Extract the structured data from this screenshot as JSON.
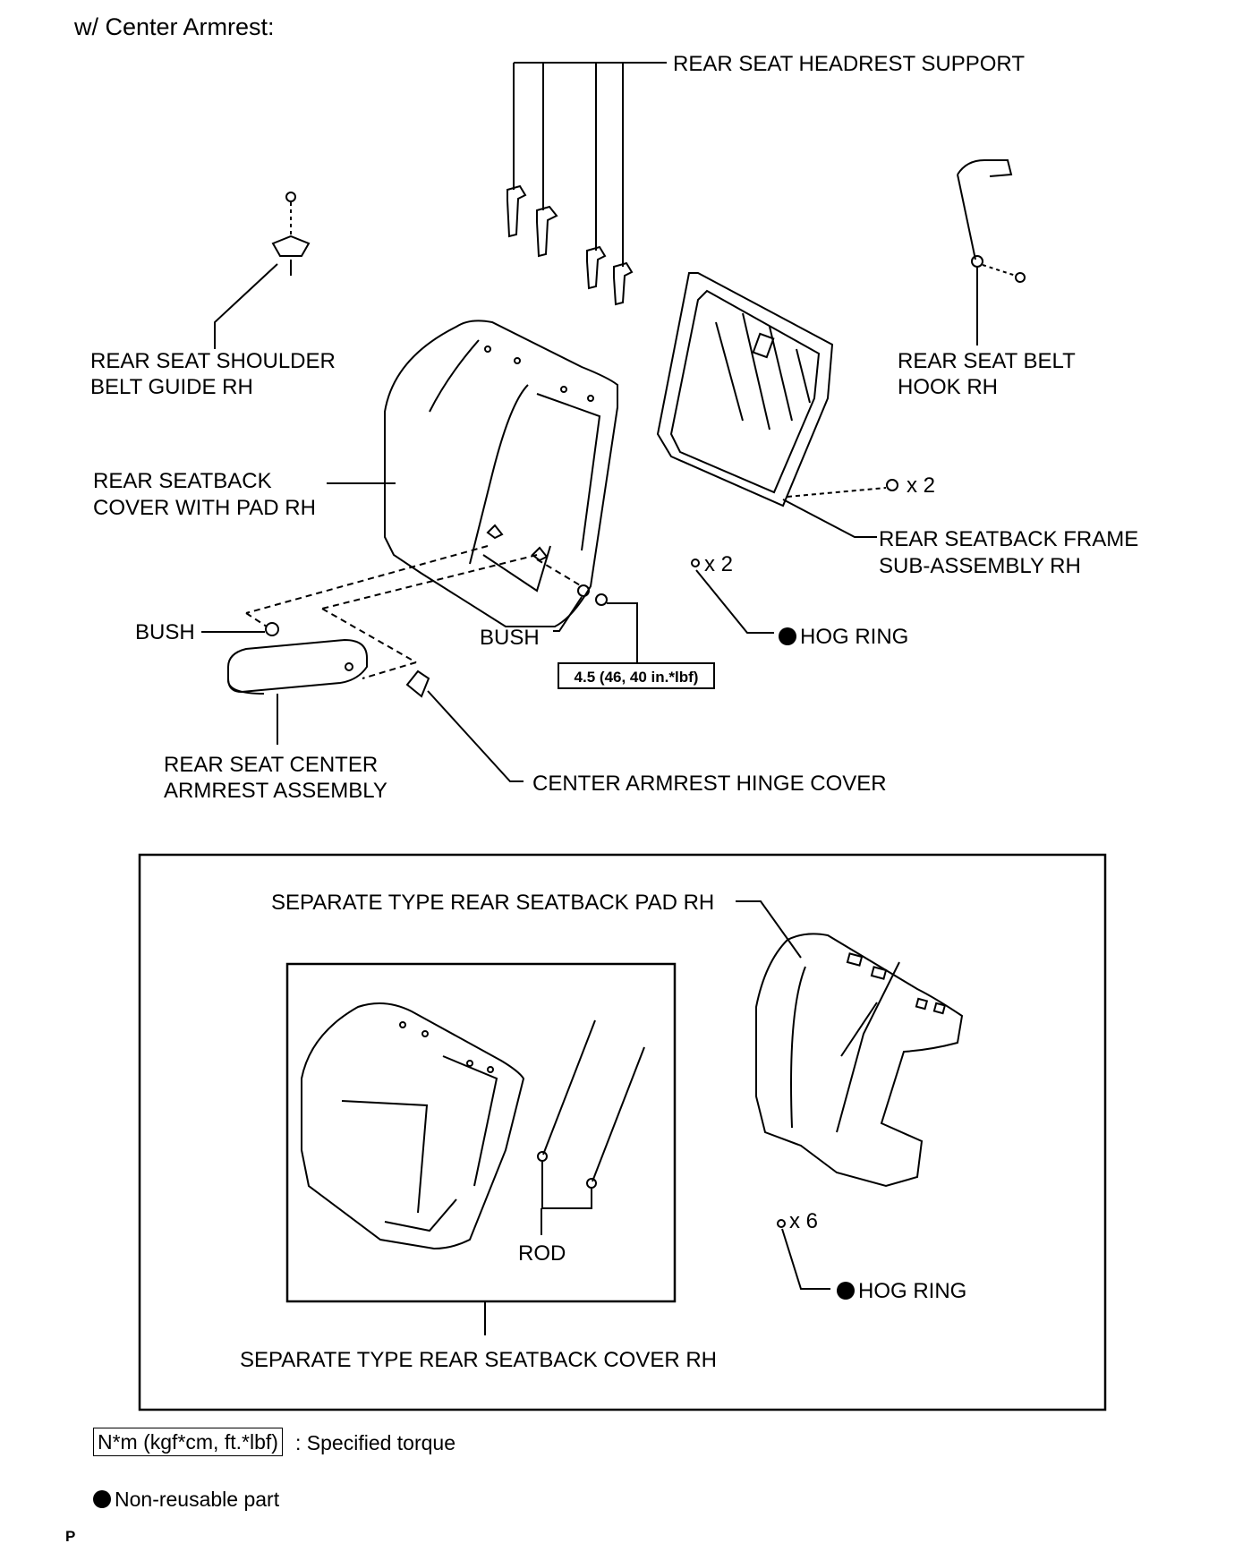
{
  "header": {
    "title": "w/ Center Armrest:"
  },
  "labels": {
    "headrest_support": "REAR SEAT HEADREST SUPPORT",
    "shoulder_belt_guide_l1": "REAR SEAT SHOULDER",
    "shoulder_belt_guide_l2": "BELT GUIDE RH",
    "belt_hook_l1": "REAR SEAT BELT",
    "belt_hook_l2": "HOOK RH",
    "seatback_cover_l1": "REAR SEATBACK",
    "seatback_cover_l2": "COVER WITH PAD RH",
    "frame_count": "x 2",
    "frame_l1": "REAR SEATBACK FRAME",
    "frame_l2": "SUB-ASSEMBLY RH",
    "hog_ring_count": "x 2",
    "hog_ring": "HOG RING",
    "bush_left": "BUSH",
    "bush_right": "BUSH",
    "torque": "4.5 (46, 40 in.*lbf)",
    "armrest_l1": "REAR SEAT CENTER",
    "armrest_l2": "ARMREST ASSEMBLY",
    "hinge_cover": "CENTER ARMREST HINGE COVER"
  },
  "inset": {
    "pad": "SEPARATE TYPE REAR SEATBACK PAD RH",
    "rod": "ROD",
    "hog_ring_count": "x 6",
    "hog_ring": "HOG RING",
    "cover": "SEPARATE TYPE REAR SEATBACK COVER RH"
  },
  "legend": {
    "torque_unit": "N*m (kgf*cm, ft.*lbf)",
    "torque_desc": ": Specified torque",
    "non_reusable": "Non-reusable part"
  },
  "footer": {
    "code": "P"
  }
}
